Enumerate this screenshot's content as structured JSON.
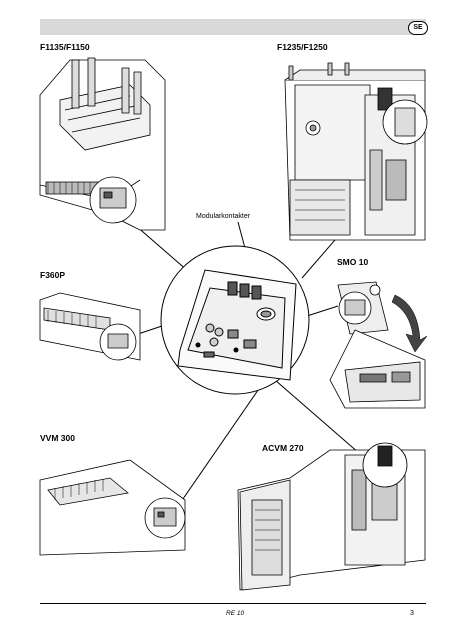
{
  "header": {
    "language_badge": "SE"
  },
  "models": {
    "f1135": "F1135/F1150",
    "f1235": "F1235/F1250",
    "f360p": "F360P",
    "smo10": "SMO 10",
    "vvm300": "VVM 300",
    "acvm270": "ACVM 270"
  },
  "center": {
    "callout": "Modularkontakter"
  },
  "footer": {
    "document": "RE 10",
    "page": "3"
  }
}
